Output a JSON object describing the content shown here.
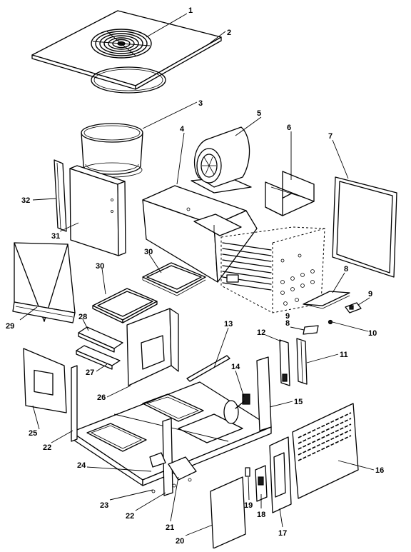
{
  "callouts": [
    {
      "id": "c1",
      "text": "1"
    },
    {
      "id": "c2",
      "text": "2"
    },
    {
      "id": "c3",
      "text": "3"
    },
    {
      "id": "c4",
      "text": "4"
    },
    {
      "id": "c5",
      "text": "5"
    },
    {
      "id": "c6",
      "text": "6"
    },
    {
      "id": "c7",
      "text": "7"
    },
    {
      "id": "c8a",
      "text": "8"
    },
    {
      "id": "c8b",
      "text": "8"
    },
    {
      "id": "c9a",
      "text": "9"
    },
    {
      "id": "c9b",
      "text": "9"
    },
    {
      "id": "c10",
      "text": "10"
    },
    {
      "id": "c11",
      "text": "11"
    },
    {
      "id": "c12",
      "text": "12"
    },
    {
      "id": "c13",
      "text": "13"
    },
    {
      "id": "c14",
      "text": "14"
    },
    {
      "id": "c15",
      "text": "15"
    },
    {
      "id": "c16",
      "text": "16"
    },
    {
      "id": "c17",
      "text": "17"
    },
    {
      "id": "c18",
      "text": "18"
    },
    {
      "id": "c19",
      "text": "19"
    },
    {
      "id": "c20",
      "text": "20"
    },
    {
      "id": "c21",
      "text": "21"
    },
    {
      "id": "c22a",
      "text": "22"
    },
    {
      "id": "c22b",
      "text": "22"
    },
    {
      "id": "c23",
      "text": "23"
    },
    {
      "id": "c24",
      "text": "24"
    },
    {
      "id": "c25",
      "text": "25"
    },
    {
      "id": "c26",
      "text": "26"
    },
    {
      "id": "c27",
      "text": "27"
    },
    {
      "id": "c28",
      "text": "28"
    },
    {
      "id": "c29",
      "text": "29"
    },
    {
      "id": "c30a",
      "text": "30"
    },
    {
      "id": "c30b",
      "text": "30"
    },
    {
      "id": "c31",
      "text": "31"
    },
    {
      "id": "c32",
      "text": "32"
    }
  ]
}
